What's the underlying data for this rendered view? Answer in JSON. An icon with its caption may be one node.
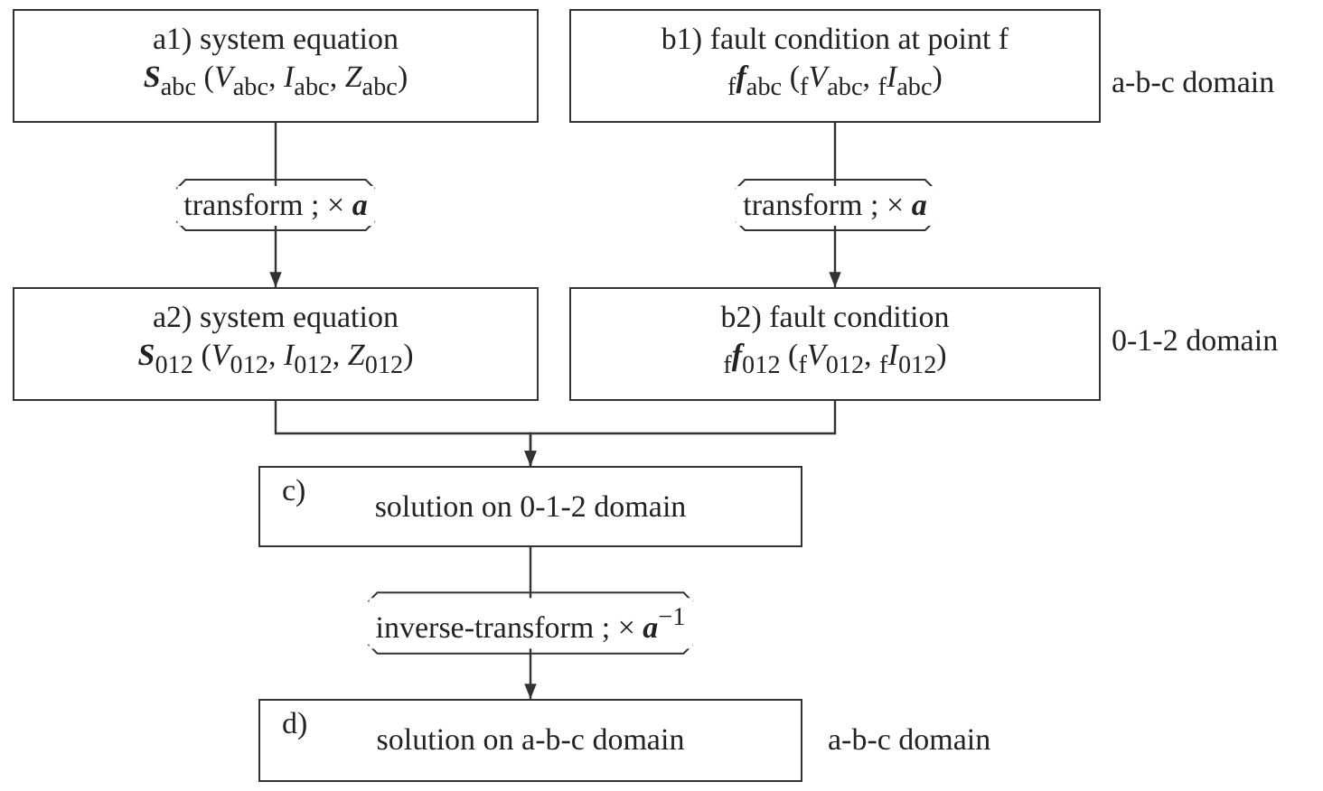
{
  "diagram": {
    "nodes": [
      {
        "text": [
          "a1) system equation",
          "**S**$_{abc}$ (*V*$_{abc}$, *I*$_{abc}$, *Z*$_{abc}$)"
        ]
      },
      {
        "text": [
          "b1) fault condition at point f",
          "$_{f}$**f**$_{abc}$ ($_{f}$*V*$_{abc}$, $_{f}$*I*$_{abc}$)"
        ]
      },
      {
        "text": [
          "a2) system equation",
          "**S**$_{012}$ (*V*$_{012}$, *I*$_{012}$, *Z*$_{012}$)"
        ]
      },
      {
        "text": [
          "b2) fault condition",
          "$_{f}$**f**$_{012}$ ($_{f}$*V*$_{012}$, $_{f}$*I*$_{012}$)"
        ]
      },
      {
        "text": [
          "c)",
          "solution on 0-1-2 domain"
        ]
      },
      {
        "text": [
          "d)",
          "solution on a-b-c domain"
        ]
      }
    ],
    "edges": [
      {
        "from": 0,
        "to": 2,
        "arrow": "to",
        "label": "transform ; × **a**"
      },
      {
        "from": 1,
        "to": 3,
        "arrow": "to",
        "label": "transform ; × **a**"
      },
      {
        "from": 2,
        "to": 4,
        "arrow": "to"
      },
      {
        "from": 3,
        "to": 4,
        "arrow": "to"
      },
      {
        "from": 4,
        "to": 5,
        "arrow": "to",
        "label": "inverse-transform ; × **a**$^{−1}$"
      }
    ],
    "labels": [
      "a-b-c domain",
      "0-1-2 domain",
      "a-b-c domain"
    ]
  }
}
